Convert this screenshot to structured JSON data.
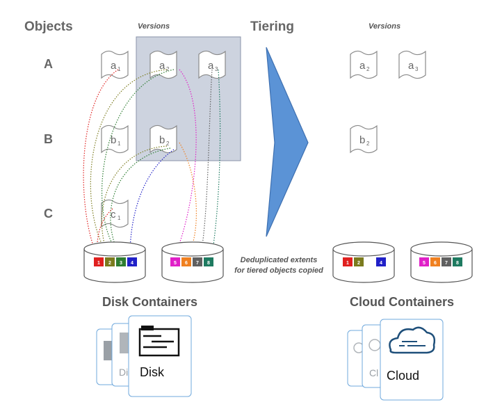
{
  "headings": {
    "objects": "Objects",
    "tiering": "Tiering",
    "versions_left": "Versions",
    "versions_right": "Versions"
  },
  "rows": [
    "A",
    "B",
    "C"
  ],
  "left_docs": [
    {
      "letter": "a",
      "sub": "1"
    },
    {
      "letter": "a",
      "sub": "2"
    },
    {
      "letter": "a",
      "sub": "3"
    },
    {
      "letter": "b",
      "sub": "1"
    },
    {
      "letter": "b",
      "sub": "2"
    },
    {
      "letter": "c",
      "sub": "1"
    }
  ],
  "right_docs": [
    {
      "letter": "a",
      "sub": "2"
    },
    {
      "letter": "a",
      "sub": "3"
    },
    {
      "letter": "b",
      "sub": "2"
    }
  ],
  "extents_disk1": [
    {
      "label": "1",
      "color": "#e0201f"
    },
    {
      "label": "2",
      "color": "#7b7b1e"
    },
    {
      "label": "3",
      "color": "#2e7d32"
    },
    {
      "label": "4",
      "color": "#2020c8"
    }
  ],
  "extents_disk2": [
    {
      "label": "5",
      "color": "#e020c8"
    },
    {
      "label": "6",
      "color": "#f08020"
    },
    {
      "label": "7",
      "color": "#606060"
    },
    {
      "label": "8",
      "color": "#1e7a60"
    }
  ],
  "extents_cloud1": [
    {
      "label": "1",
      "color": "#e0201f"
    },
    {
      "label": "2",
      "color": "#7b7b1e"
    },
    {
      "label": "4",
      "color": "#2020c8"
    }
  ],
  "extents_cloud2": [
    {
      "label": "5",
      "color": "#e020c8"
    },
    {
      "label": "6",
      "color": "#f08020"
    },
    {
      "label": "7",
      "color": "#606060"
    },
    {
      "label": "8",
      "color": "#1e7a60"
    }
  ],
  "note_line1": "Deduplicated extents",
  "note_line2": "for tiered objects copied",
  "disk_containers_title": "Disk Containers",
  "cloud_containers_title": "Cloud Containers",
  "disk_card_label": "Disk",
  "disk_card_back_label": "Di",
  "cloud_card_label": "Cloud",
  "cloud_card_back_label": "Cl",
  "colors": {
    "arrow": "#5b93d6",
    "versions_box": "#cdd3df",
    "card_border": "#6fa8dc",
    "label_gray": "#666666"
  }
}
